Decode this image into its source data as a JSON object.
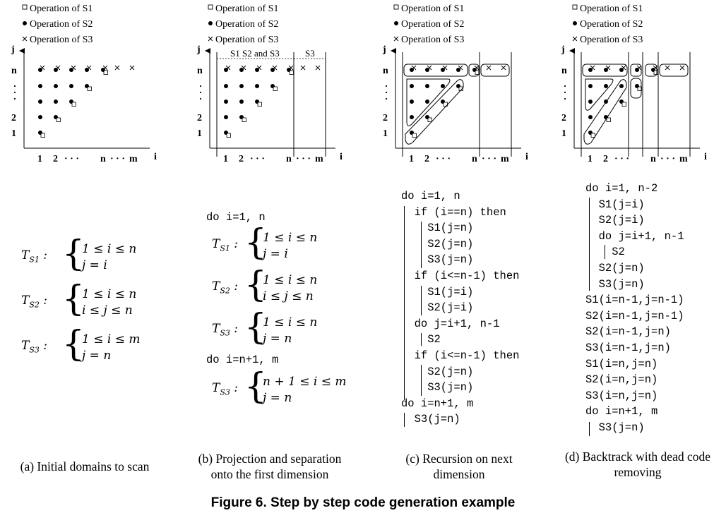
{
  "legend": {
    "s1": "Operation of S1",
    "s2": "Operation of S2",
    "s3": "Operation of S3"
  },
  "axes": {
    "y_label": "j",
    "x_label": "i",
    "y_ticks": [
      "n",
      "2",
      "1"
    ],
    "x_ticks_a": [
      "1",
      "2",
      "· · ·",
      "n",
      "· · ·",
      "m"
    ],
    "x_ticks_b": [
      "1",
      "2",
      "· · ·",
      "n",
      "· · ·",
      "m"
    ]
  },
  "panel_b_regions": {
    "left": "S1 S2 and S3",
    "right": "S3"
  },
  "panel_a_math": {
    "s1": {
      "lhs": "T",
      "sub": "S1",
      "r1": "1 ≤ i ≤ n",
      "r2": "j = i"
    },
    "s2": {
      "lhs": "T",
      "sub": "S2",
      "r1": "1 ≤ i ≤ n",
      "r2": "i ≤ j ≤ n"
    },
    "s3": {
      "lhs": "T",
      "sub": "S3",
      "r1": "1 ≤ i ≤ m",
      "r2": "j = n"
    }
  },
  "panel_b_code": {
    "loop1": "do i=1, n",
    "loop2": "do i=n+1, m"
  },
  "panel_b_math": {
    "s1": {
      "lhs": "T",
      "sub": "S1",
      "r1": "1 ≤ i ≤ n",
      "r2": "j = i"
    },
    "s2": {
      "lhs": "T",
      "sub": "S2",
      "r1": "1 ≤ i ≤ n",
      "r2": "i ≤ j ≤ n"
    },
    "s3": {
      "lhs": "T",
      "sub": "S3",
      "r1": "1 ≤ i ≤ n",
      "r2": "j = n"
    },
    "s3b": {
      "lhs": "T",
      "sub": "S3",
      "r1": "n + 1 ≤ i ≤ m",
      "r2": "j = n"
    }
  },
  "panel_c_code": [
    "do i=1, n",
    "  if (i==n) then",
    "    S1(j=n)",
    "    S2(j=n)",
    "    S3(j=n)",
    "  if (i<=n-1) then",
    "    S1(j=i)",
    "    S2(j=i)",
    "  do j=i+1, n-1",
    "    S2",
    "  if (i<=n-1) then",
    "    S2(j=n)",
    "    S3(j=n)",
    "do i=n+1, m",
    "  S3(j=n)"
  ],
  "panel_d_code": [
    "do i=1, n-2",
    "  S1(j=i)",
    "  S2(j=i)",
    "  do j=i+1, n-1",
    "    S2",
    "  S2(j=n)",
    "  S3(j=n)",
    "S1(i=n-1,j=n-1)",
    "S2(i=n-1,j=n-1)",
    "S2(i=n-1,j=n)",
    "S3(i=n-1,j=n)",
    "S1(i=n,j=n)",
    "S2(i=n,j=n)",
    "S3(i=n,j=n)",
    "do i=n+1, m",
    "  S3(j=n)"
  ],
  "captions": {
    "a": "(a) Initial domains to scan",
    "b1": "(b) Projection and separation",
    "b2": "onto the first dimension",
    "c1": "(c) Recursion on next",
    "c2": "dimension",
    "d1": "(d) Backtrack with dead code",
    "d2": "removing"
  },
  "figure_title": "Figure 6. Step by step code generation example"
}
